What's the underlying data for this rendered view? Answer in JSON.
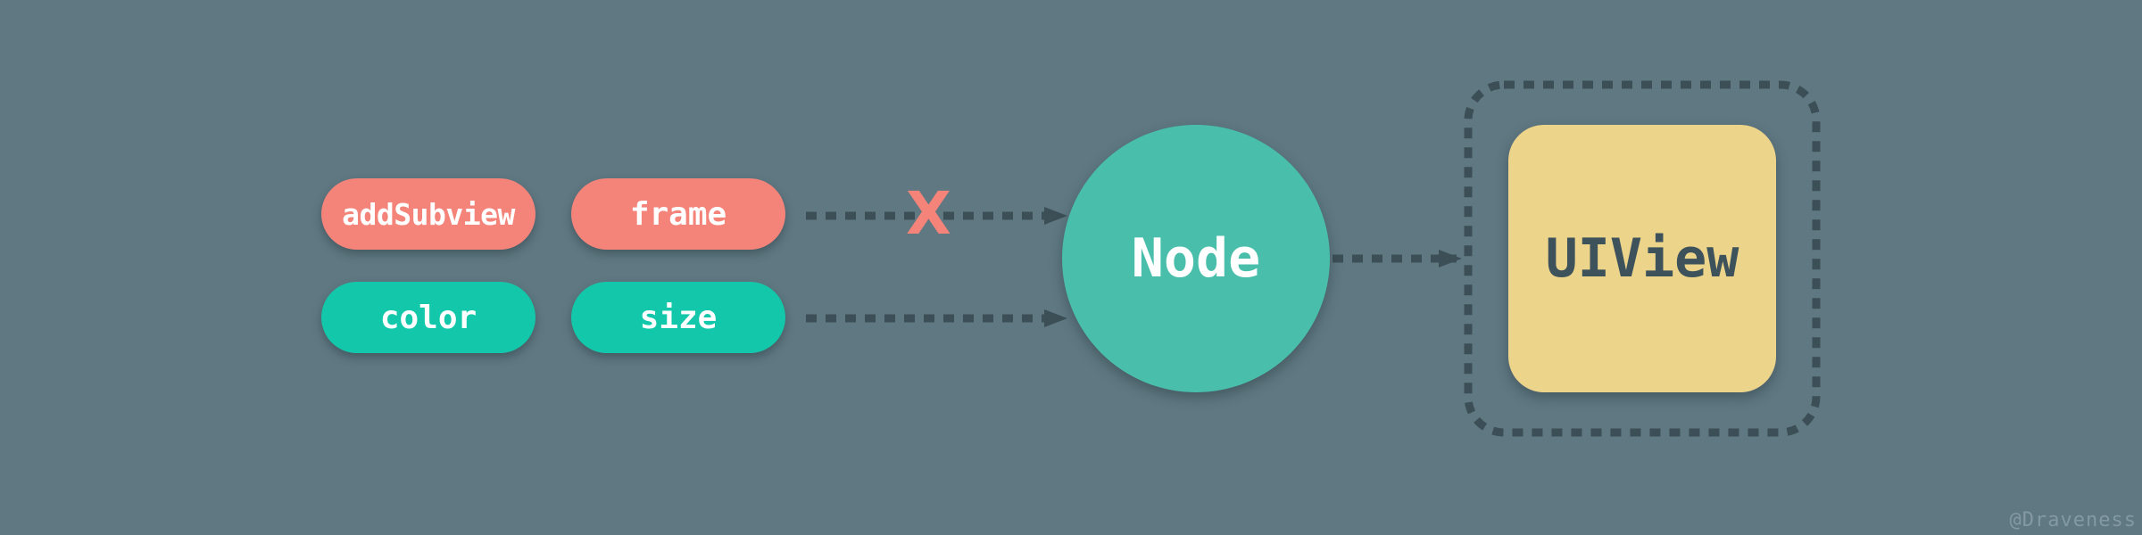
{
  "properties": [
    {
      "label": "addSubview",
      "color": "#f4847a"
    },
    {
      "label": "frame",
      "color": "#f4847a"
    },
    {
      "label": "color",
      "color": "#13c8aa"
    },
    {
      "label": "size",
      "color": "#13c8aa"
    }
  ],
  "blocked_marker": "X",
  "node": {
    "label": "Node",
    "color": "#49bfab"
  },
  "view": {
    "label": "UIView",
    "color": "#ecd48b"
  },
  "watermark": "@Draveness",
  "colors": {
    "background": "#5f7882",
    "arrow": "#3c4f57",
    "blocked": "#f4847a"
  }
}
